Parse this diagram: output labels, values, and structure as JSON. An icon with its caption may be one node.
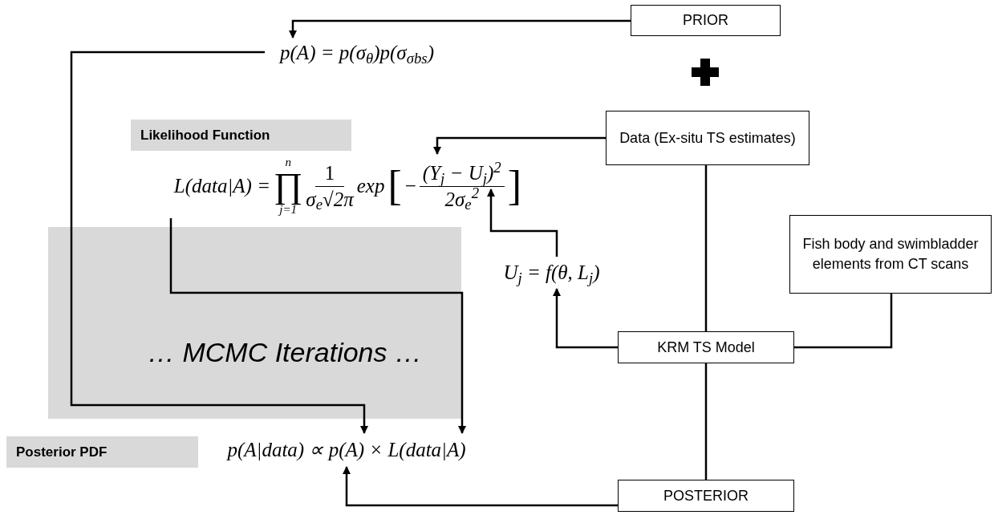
{
  "diagram": {
    "nodes": [
      {
        "text": [
          "PRIOR"
        ]
      },
      {
        "text": [
          "p(A) = p(σ$_{θ}$)p(σ$_{σbs}$)"
        ]
      },
      {
        "text": [
          "Likelihood Function"
        ]
      },
      {
        "text": [
          "L(data|A) =",
          "n",
          "∏",
          "j=1",
          "1",
          "σ$_{e}$√2π",
          "exp",
          "[",
          "−",
          "(Y$_{j}$ − U$_{j}$)$^{2}$",
          "2σ$_{e}$$^{2}$",
          "]"
        ]
      },
      {
        "text": [
          "Data (Ex-situ TS estimates)"
        ]
      },
      {
        "text": [
          "Fish body and swimbladder elements from CT scans"
        ]
      },
      {
        "text": [
          "U$_{j}$ = f(θ, L$_{j}$)"
        ]
      },
      {
        "text": [
          "KRM TS Model"
        ]
      },
      {
        "text": [
          "Posterior PDF"
        ]
      },
      {
        "text": [
          "p(A|data) ∝ p(A) × L(data|A)"
        ]
      },
      {
        "text": [
          "POSTERIOR"
        ]
      }
    ],
    "edges": [
      {
        "from": 0,
        "to": 1,
        "arrow": "to"
      },
      {
        "from": 1,
        "to": 9,
        "arrow": "to"
      },
      {
        "from": 3,
        "to": 9,
        "arrow": "to"
      },
      {
        "from": 4,
        "to": 3,
        "arrow": "to"
      },
      {
        "from": 4,
        "to": 7,
        "arrow": "none"
      },
      {
        "from": 5,
        "to": 7,
        "arrow": "none"
      },
      {
        "from": 7,
        "to": 6,
        "arrow": "to"
      },
      {
        "from": 6,
        "to": 3,
        "arrow": "to"
      },
      {
        "from": 7,
        "to": 10,
        "arrow": "none"
      },
      {
        "from": 10,
        "to": 9,
        "arrow": "to"
      }
    ],
    "labels": [
      "… MCMC Iterations …"
    ]
  }
}
